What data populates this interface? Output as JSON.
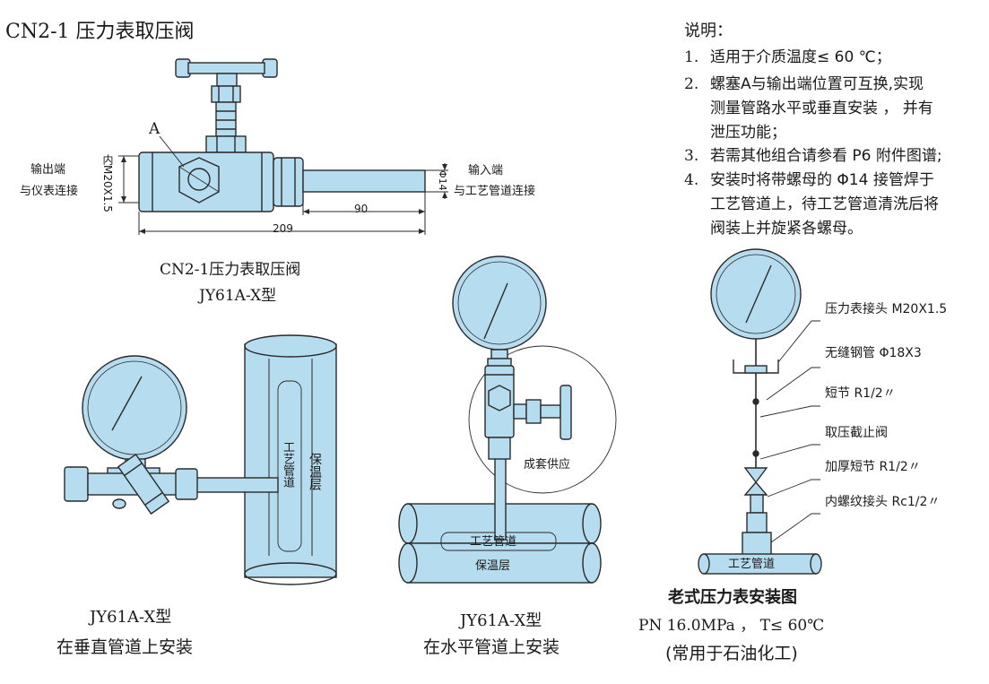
{
  "title": "CN2-1 压力表取压阀",
  "notes": {
    "heading": "说明：",
    "items": [
      {
        "num": "1.",
        "lines": [
          "适用于介质温度≤ 60 ℃；"
        ]
      },
      {
        "num": "2.",
        "lines": [
          "螺塞A与输出端位置可互换,实现",
          "测量管路水平或垂直安装 ， 并有",
          "泄压功能；"
        ]
      },
      {
        "num": "3.",
        "lines": [
          "若需其他组合请参看 P6 附件图谱;"
        ]
      },
      {
        "num": "4.",
        "lines": [
          "安装时将带螺母的 Φ14 接管焊于",
          "工艺管道上，待工艺管道清洗后将",
          "阀装上并旋紧各螺母。"
        ]
      }
    ]
  },
  "valve_drawing": {
    "label_a": "A",
    "out_label_1": "输出端",
    "out_label_2": "与仪表连接",
    "thread_label": "内M20X1.5",
    "in_label_1": "输入端",
    "in_label_2": "与工艺管道连接",
    "dia_label": "Φ14",
    "dim_90": "90",
    "dim_209": "209",
    "caption_1": "CN2-1压力表取压阀",
    "caption_2": "JY61A-X型"
  },
  "vertical_install": {
    "pipe_label": "工艺管道",
    "insul_label": "保温层",
    "caption_1": "JY61A-X型",
    "caption_2": "在垂直管道上安装"
  },
  "horizontal_install": {
    "circle_label": "成套供应",
    "pipe_label": "工艺管道",
    "insul_label": "保温层",
    "caption_1": "JY61A-X型",
    "caption_2": "在水平管道上安装"
  },
  "old_style": {
    "callouts": [
      "压力表接头 M20X1.5",
      "无缝钢管 Φ18X3",
      "短节 R1/2〃",
      "取压截止阀",
      "加厚短节 R1/2〃",
      "内螺纹接头 Rc1/2〃"
    ],
    "pipe_label": "工艺管道",
    "caption_1": "老式压力表安装图",
    "caption_2": "PN 16.0MPa ，  T≤ 60℃",
    "caption_3": "(常用于石油化工)"
  },
  "colors": {
    "fill": "#b6dcef",
    "stroke": "#2a2a2a"
  }
}
